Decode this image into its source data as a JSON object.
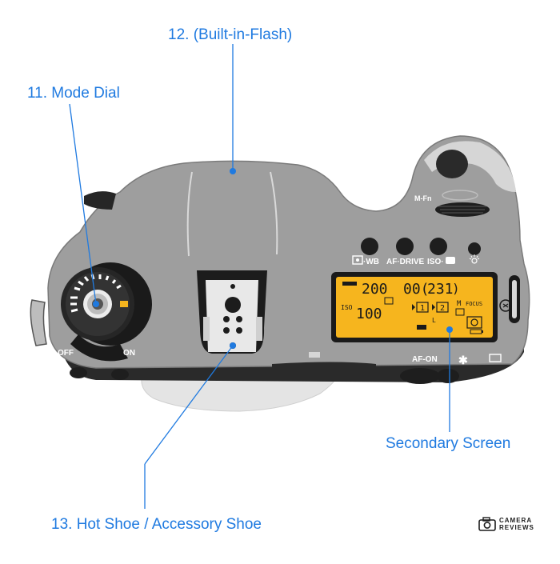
{
  "callouts": {
    "flash": "12. (Built-in-Flash)",
    "mode_dial": "11. Mode Dial",
    "secondary_screen": "Secondary Screen",
    "hot_shoe": "13. Hot Shoe / Accessory Shoe"
  },
  "camera_labels": {
    "mfn": "M-Fn",
    "wb": "·WB",
    "af_drive": "AF·DRIVE",
    "iso": "ISO·",
    "off": "OFF",
    "on": "ON",
    "af_on": "AF-ON",
    "asterisk": "✱"
  },
  "lcd": {
    "shutter": "200",
    "aperture": "00(",
    "shots": "231",
    "iso_label": "ISO",
    "iso_value": "100",
    "card1": "1",
    "card2": "2",
    "mode": "M",
    "focus": "FOCUS",
    "quality": "L"
  },
  "logo": {
    "line1": "CAMERA",
    "line2": "REVIEWS"
  },
  "colors": {
    "callout": "#1f7ae0",
    "body": "#9e9e9e",
    "body_dark": "#6f6f6f",
    "lcd_bg": "#f6b51e",
    "grip_light": "#d6d6d6"
  },
  "icons": {
    "flash": "flash-head-icon",
    "metering": "metering-icon",
    "light": "light-bulb-icon",
    "camera_logo": "camera-outline-icon"
  }
}
